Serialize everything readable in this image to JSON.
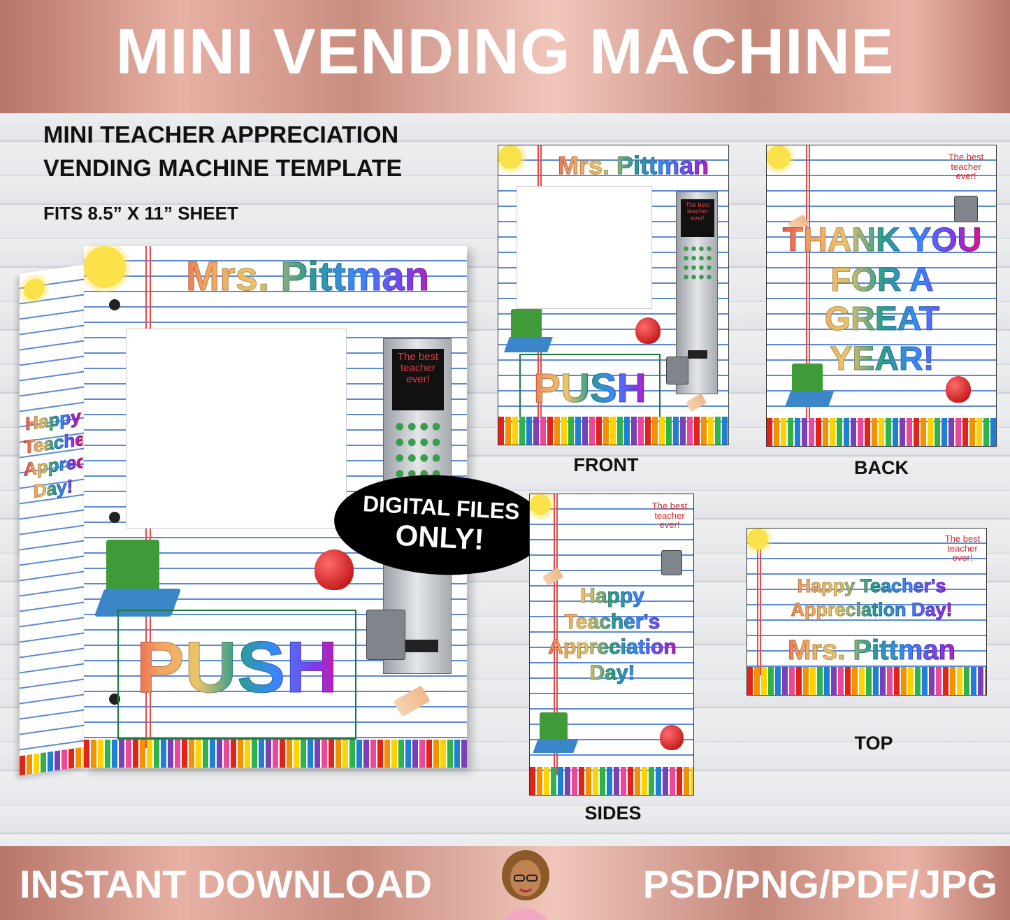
{
  "header": {
    "title": "MINI VENDING MACHINE"
  },
  "intro": {
    "line1": "MINI TEACHER APPRECIATION",
    "line2": "VENDING MACHINE TEMPLATE",
    "fits": "FITS 8.5” X 11” SHEET"
  },
  "badge": {
    "line1": "DIGITAL FILES",
    "line2": "ONLY!"
  },
  "panels": {
    "name": "Mrs. Pittman",
    "push": "PUSH",
    "screen_text": "The best teacher ever!",
    "best": "The best teacher ever!",
    "side_text": "Happy Teacher's Appreciation Day!",
    "back_text": "THANK YOU FOR A GREAT YEAR!",
    "top_text": "Happy Teacher's Appreciation Day!",
    "labels": {
      "front": "FRONT",
      "back": "BACK",
      "sides": "SIDES",
      "top": "TOP"
    }
  },
  "footer": {
    "left": "INSTANT DOWNLOAD",
    "right": "PSD/PNG/PDF/JPG"
  },
  "colors": {
    "band": "#c98d80",
    "accent_red": "#d62828",
    "line_blue": "#5b8ad6"
  }
}
